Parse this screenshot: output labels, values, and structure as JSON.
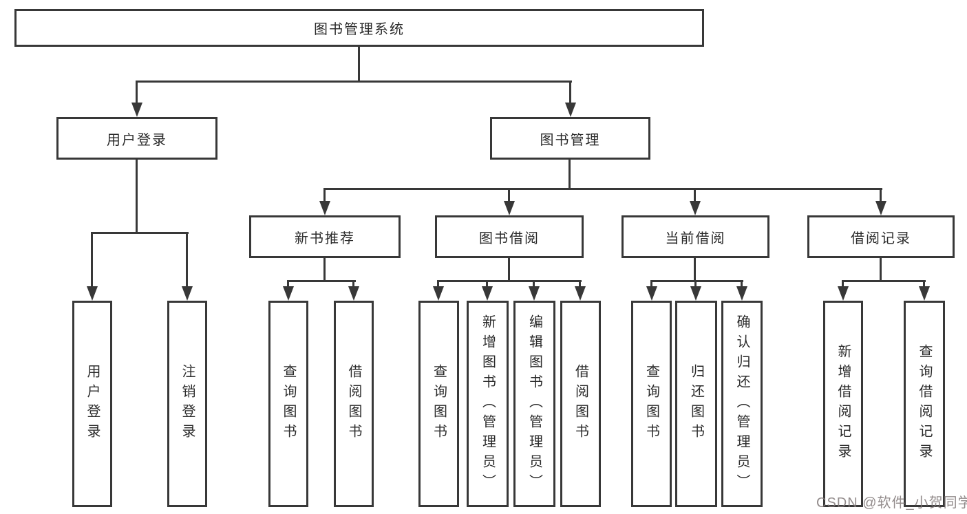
{
  "page": {
    "background": "#ffffff"
  },
  "colors": {
    "line": "#383838",
    "text": "#2b2b2b",
    "node_background": "#ffffff",
    "watermark": "#807878"
  },
  "tree": {
    "root": {
      "label": "图书管理系统"
    },
    "level2": [
      {
        "label": "用户登录"
      },
      {
        "label": "图书管理"
      }
    ],
    "level3": [
      {
        "label": "新书推荐"
      },
      {
        "label": "图书借阅"
      },
      {
        "label": "当前借阅"
      },
      {
        "label": "借阅记录"
      }
    ],
    "leaves": {
      "user_login": [
        "用户登录",
        "注销登录"
      ],
      "new_book_recommend": [
        "查询图书",
        "借阅图书"
      ],
      "book_borrow": [
        "查询图书",
        "新增图书（管理员）",
        "编辑图书（管理员）",
        "借阅图书"
      ],
      "current_borrow": [
        "查询图书",
        "归还图书",
        "确认归还（管理员）"
      ],
      "borrow_records": [
        "新增借阅记录",
        "查询借阅记录"
      ]
    }
  },
  "watermark": {
    "text": "CSDN @软件_小贺同学"
  }
}
